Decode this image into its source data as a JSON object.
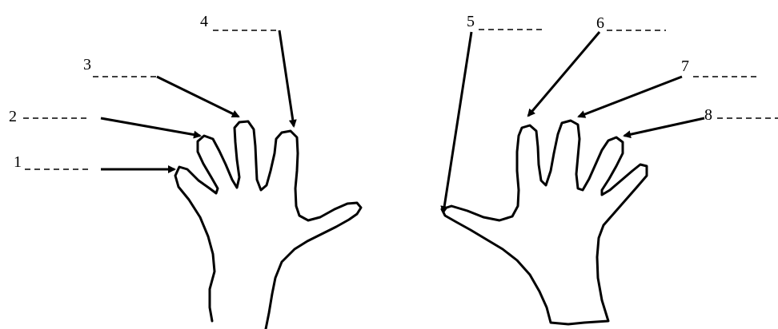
{
  "diagram": {
    "labels": [
      {
        "id": "1",
        "text": "1"
      },
      {
        "id": "2",
        "text": "2"
      },
      {
        "id": "3",
        "text": "3"
      },
      {
        "id": "4",
        "text": "4"
      },
      {
        "id": "5",
        "text": "5"
      },
      {
        "id": "6",
        "text": "6"
      },
      {
        "id": "7",
        "text": "7"
      },
      {
        "id": "8",
        "text": "8"
      }
    ],
    "colors": {
      "ink": "#000000",
      "paper": "#ffffff"
    }
  }
}
